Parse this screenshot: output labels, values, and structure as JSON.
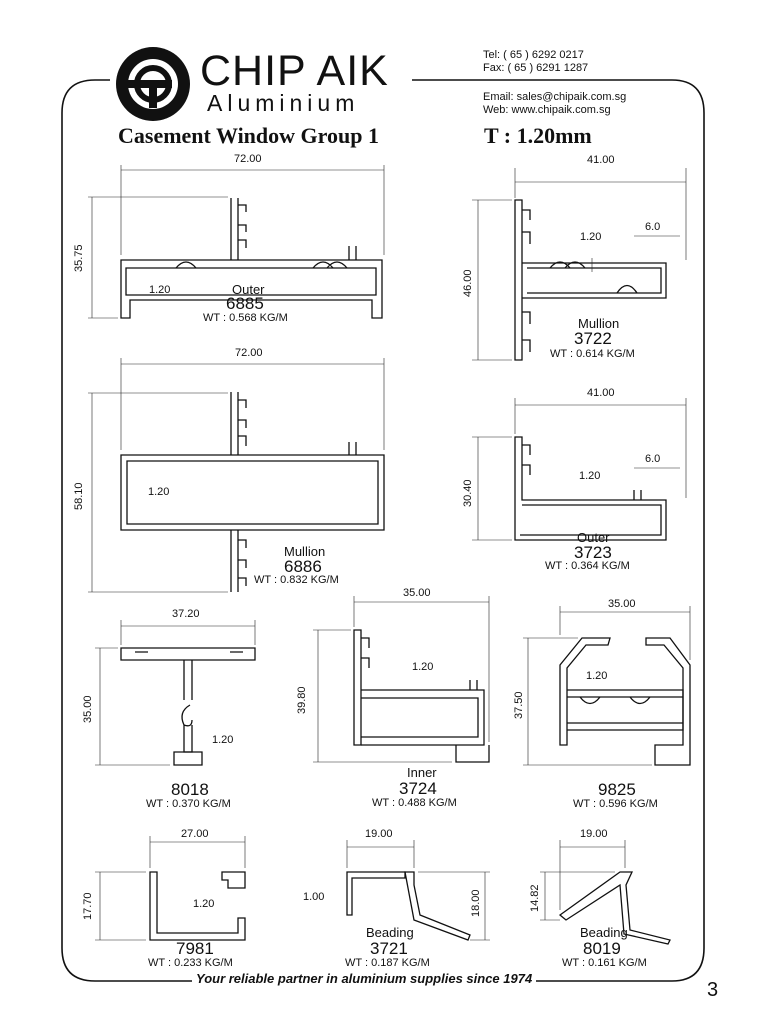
{
  "header": {
    "brand_name": "CHIP AIK",
    "brand_sub": "Aluminium",
    "tel": "Tel:  ( 65 ) 6292 0217",
    "fax": "Fax: ( 65 ) 6291 1287",
    "email": "Email: sales@chipaik.com.sg",
    "web": "Web: www.chipaik.com.sg"
  },
  "title": "Casement Window Group 1",
  "thickness": "T : 1.20mm",
  "profiles": {
    "p6885": {
      "name": "Outer",
      "code": "6885",
      "wt": "WT  :  0.568 KG/M",
      "width": "72.00",
      "height": "35.75",
      "thick": "1.20"
    },
    "p3722": {
      "name": "Mullion",
      "code": "3722",
      "wt": "WT  :  0.614 KG/M",
      "width": "41.00",
      "height": "46.00",
      "thick": "1.20",
      "flange": "6.0"
    },
    "p6886": {
      "name": "Mullion",
      "code": "6886",
      "wt": "WT  :  0.832 KG/M",
      "width": "72.00",
      "height": "58.10",
      "thick": "1.20"
    },
    "p3723": {
      "name": "Outer",
      "code": "3723",
      "wt": "WT  :  0.364 KG/M",
      "width": "41.00",
      "height": "30.40",
      "thick": "1.20",
      "flange": "6.0"
    },
    "p8018": {
      "code": "8018",
      "wt": "WT  :  0.370 KG/M",
      "width": "37.20",
      "height": "35.00",
      "thick": "1.20"
    },
    "p3724": {
      "name": "Inner",
      "code": "3724",
      "wt": "WT  :  0.488 KG/M",
      "width": "35.00",
      "height": "39.80",
      "thick": "1.20"
    },
    "p9825": {
      "code": "9825",
      "wt": "WT  :  0.596 KG/M",
      "width": "35.00",
      "height": "37.50",
      "thick": "1.20"
    },
    "p7981": {
      "code": "7981",
      "wt": "WT  :  0.233 KG/M",
      "width": "27.00",
      "height": "17.70",
      "thick": "1.20"
    },
    "p3721": {
      "name": "Beading",
      "code": "3721",
      "wt": "WT  :  0.187 KG/M",
      "width": "19.00",
      "height": "18.00",
      "thick": "1.00"
    },
    "p8019": {
      "name": "Beading",
      "code": "8019",
      "wt": "WT  :  0.161 KG/M",
      "width": "19.00",
      "height": "14.82"
    }
  },
  "footer": "Your reliable partner in aluminium supplies since 1974",
  "page_number": "3"
}
